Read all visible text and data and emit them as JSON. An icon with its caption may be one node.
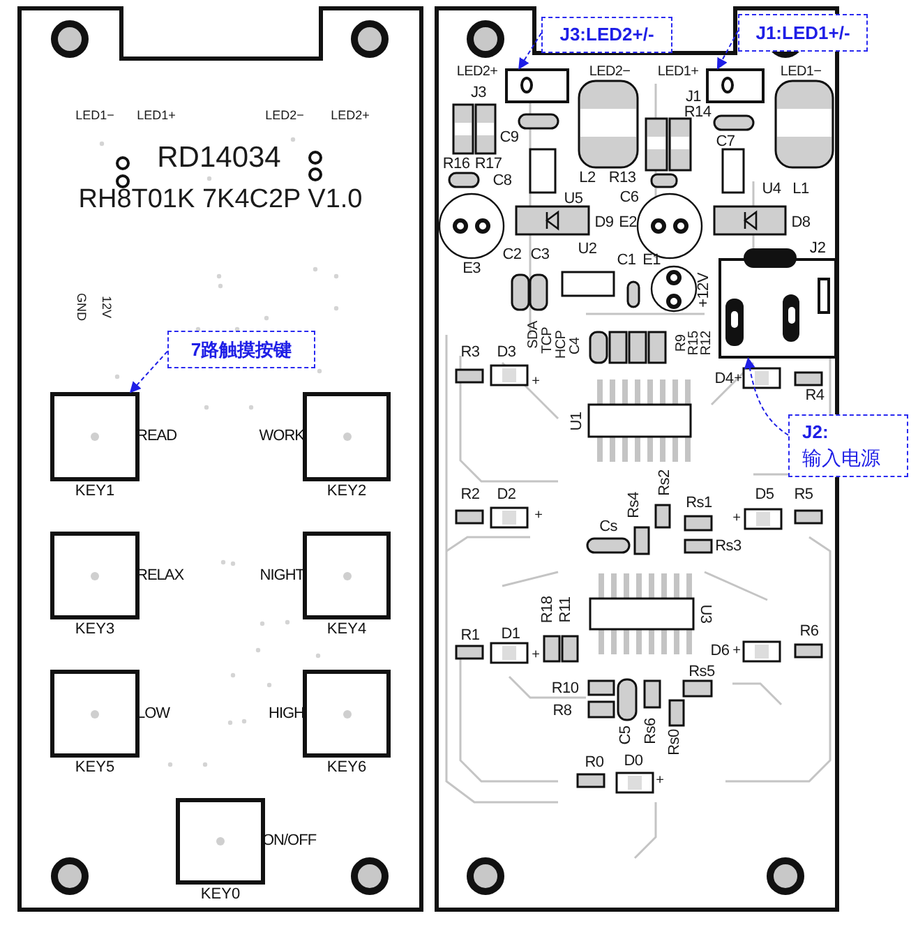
{
  "diagram": {
    "nodes": [
      {
        "text": [
          "7路触摸按键"
        ]
      },
      {
        "text": [
          "KEY1"
        ],
        "beside": [
          "READ"
        ]
      },
      {
        "text": [
          "KEY2"
        ],
        "beside": [
          "WORK"
        ]
      },
      {
        "text": [
          "KEY3"
        ],
        "beside": [
          "RELAX"
        ]
      },
      {
        "text": [
          "KEY4"
        ],
        "beside": [
          "NIGHT"
        ]
      },
      {
        "text": [
          "KEY5"
        ],
        "beside": [
          "LOW"
        ]
      },
      {
        "text": [
          "KEY6"
        ],
        "beside": [
          "HIGH"
        ]
      },
      {
        "text": [
          "KEY0"
        ],
        "beside": [
          "ON/OFF"
        ]
      },
      {
        "text": [
          "J3:LED2+/-"
        ]
      },
      {
        "text": [],
        "shape": "box"
      },
      {
        "text": [
          "J1:LED1+/-"
        ]
      },
      {
        "text": [],
        "shape": "box"
      },
      {
        "text": [],
        "shape": "box",
        "beside": [
          "J2"
        ]
      },
      {
        "text": [
          "J2:",
          "输入电源"
        ]
      }
    ],
    "edges": [
      {
        "from": 0,
        "to": 1,
        "arrow": "to",
        "style": "dashed"
      },
      {
        "from": 8,
        "to": 9,
        "arrow": "to",
        "style": "dashed"
      },
      {
        "from": 10,
        "to": 11,
        "arrow": "to",
        "style": "dashed"
      },
      {
        "from": 13,
        "to": 12,
        "arrow": "to",
        "style": "dashed"
      }
    ],
    "labels": [
      "LED1−",
      "LED1+",
      "LED2−",
      "LED2+",
      "RD14034",
      "RH8T01K 7K4C2P V1.0",
      "GND",
      "12V",
      "LED2+",
      "LED2−",
      "LED1+",
      "LED1−",
      "J3",
      "J1",
      "R14",
      "C9",
      "C7",
      "R16",
      "R17",
      "C8",
      "L2",
      "R13",
      "U5",
      "C6",
      "U4",
      "L1",
      "D9",
      "E2",
      "D8",
      "C2",
      "C3",
      "U2",
      "C1",
      "E1",
      "E3",
      "+12V",
      "SDA",
      "TCP",
      "HCP",
      "C4",
      "R9",
      "R15",
      "R12",
      "R3",
      "D3",
      "+",
      "D4",
      "+",
      "R4",
      "U1",
      "Rs2",
      "R2",
      "D2",
      "+",
      "D5",
      "R5",
      "+",
      "Rs4",
      "Rs1",
      "Cs",
      "Rs3",
      "R18",
      "R11",
      "U3",
      "R1",
      "D1",
      "+",
      "R6",
      "D6",
      "+",
      "Rs5",
      "R10",
      "R8",
      "C5",
      "Rs6",
      "Rs0",
      "R0",
      "D0",
      "+"
    ]
  }
}
